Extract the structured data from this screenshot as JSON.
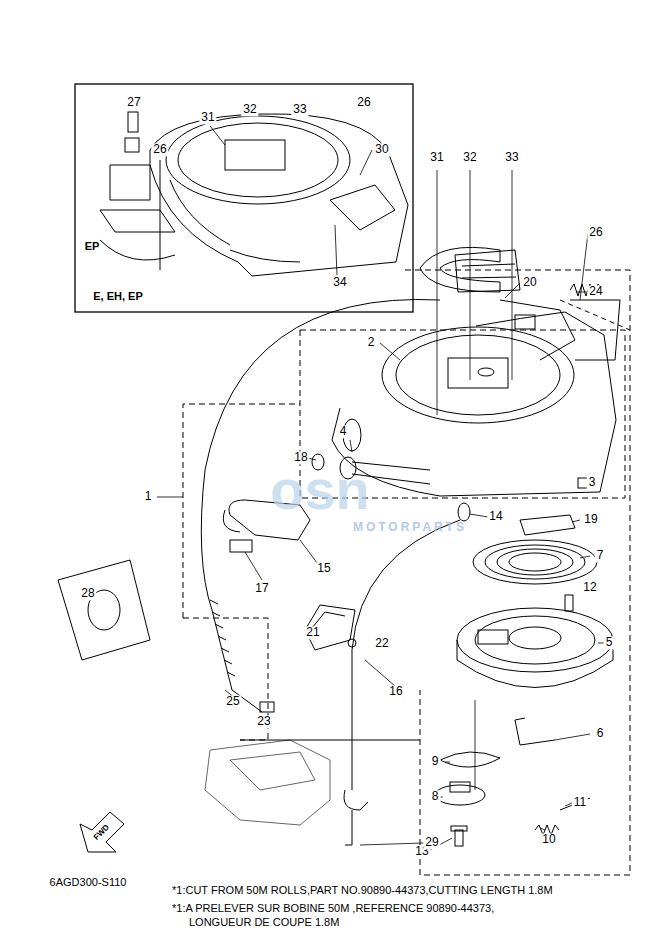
{
  "diagram": {
    "labels": [
      "27",
      "32",
      "33",
      "26",
      "31",
      "26",
      "30",
      "34",
      "EP",
      "E, EH, EP",
      "31",
      "32",
      "33",
      "26",
      "20",
      "24",
      "2",
      "4",
      "3",
      "1",
      "18",
      "14",
      "19",
      "7",
      "12",
      "5",
      "15",
      "17",
      "21",
      "22",
      "16",
      "6",
      "28",
      "25",
      "23",
      "9",
      "11",
      "8",
      "10",
      "13",
      "29",
      "FWD",
      "6AGD300-S110",
      "*1:CUT FROM 50M ROLLS,PART NO.90890-44373,CUTTING LENGTH 1.8M",
      "*1:A PRELEVER SUR BOBINE 50M ,REFERENCE 90890-44373, LONGUEUR DE COUPE 1.8M",
      "osn",
      "MOTORPARTS"
    ]
  }
}
